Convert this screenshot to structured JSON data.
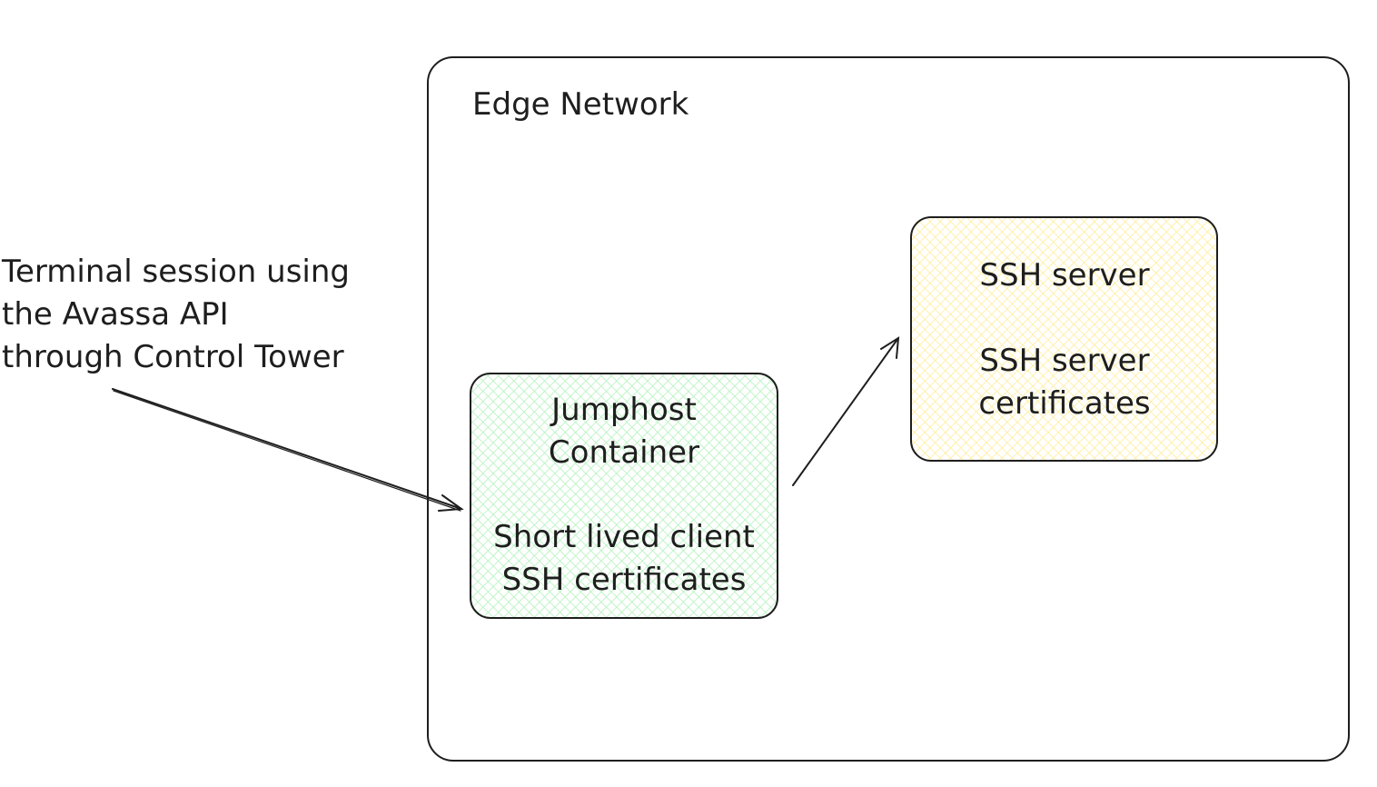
{
  "network": {
    "title": "Edge Network"
  },
  "client_label": {
    "lines": [
      "Terminal session using",
      "the Avassa API",
      "through Control Tower"
    ]
  },
  "jumphost": {
    "title_lines": [
      "Jumphost",
      "Container"
    ],
    "detail_lines": [
      "Short lived client",
      "SSH certificates"
    ],
    "fill_color": "#b2f2bb"
  },
  "ssh_server": {
    "title": "SSH server",
    "detail_lines": [
      "SSH server",
      "certificates"
    ],
    "fill_color": "#ffec99"
  },
  "colors": {
    "stroke": "#1e1e1e",
    "background": "#ffffff"
  }
}
